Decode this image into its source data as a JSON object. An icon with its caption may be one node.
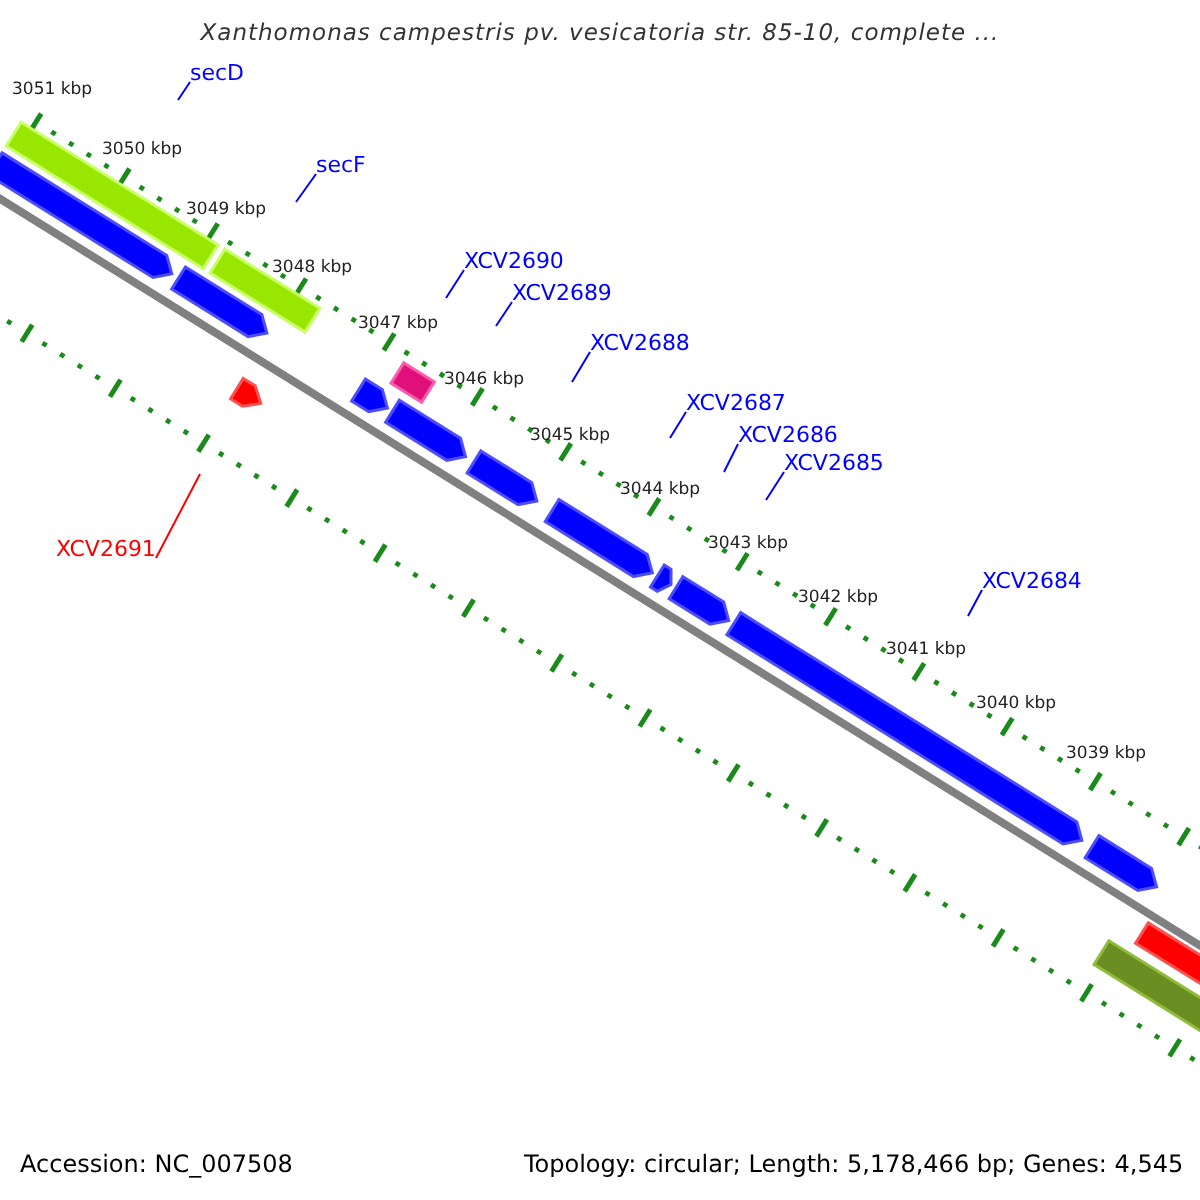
{
  "diagram": {
    "title": "Xanthomonas campestris pv. vesicatoria str. 85-10, complete ...",
    "nodes": [
      {
        "text": [
          "secD"
        ]
      },
      {
        "text": [
          "secF"
        ]
      },
      {
        "text": [
          "XCV2690"
        ]
      },
      {
        "text": [
          "XCV2689"
        ]
      },
      {
        "text": [
          "XCV2688"
        ]
      },
      {
        "text": [
          "XCV2687"
        ]
      },
      {
        "text": [
          "XCV2686"
        ]
      },
      {
        "text": [
          "XCV2685"
        ]
      },
      {
        "text": [
          "XCV2684"
        ]
      },
      {
        "text": [
          "XCV2691"
        ]
      }
    ],
    "edges": [
      {
        "from": 0,
        "to": null,
        "arrow": "none"
      },
      {
        "from": 1,
        "to": null,
        "arrow": "none"
      },
      {
        "from": 2,
        "to": null,
        "arrow": "none"
      },
      {
        "from": 3,
        "to": null,
        "arrow": "none"
      },
      {
        "from": 4,
        "to": null,
        "arrow": "none"
      },
      {
        "from": 5,
        "to": null,
        "arrow": "none"
      },
      {
        "from": 6,
        "to": null,
        "arrow": "none"
      },
      {
        "from": 7,
        "to": null,
        "arrow": "none"
      },
      {
        "from": 8,
        "to": null,
        "arrow": "none"
      },
      {
        "from": 9,
        "to": null,
        "arrow": "none",
        "color": "#ff0000"
      }
    ],
    "labels": [
      "3051 kbp",
      "3050 kbp",
      "3049 kbp",
      "3048 kbp",
      "3047 kbp",
      "3046 kbp",
      "3045 kbp",
      "3044 kbp",
      "3043 kbp",
      "3042 kbp",
      "3041 kbp",
      "3040 kbp",
      "3039 kbp",
      "Accession: NC_007508",
      "Topology: circular; Length: 5,178,466 bp; Genes: 4,545"
    ]
  }
}
